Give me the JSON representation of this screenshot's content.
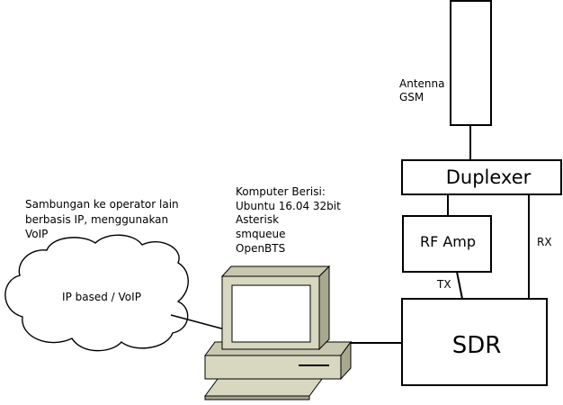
{
  "antenna": {
    "line1": "Antenna",
    "line2": "GSM"
  },
  "duplexer": {
    "label": "Duplexer"
  },
  "rf_amp": {
    "label": "RF Amp"
  },
  "sdr": {
    "label": "SDR"
  },
  "links": {
    "tx": "TX",
    "rx": "RX"
  },
  "cloud": {
    "label": "IP based / VoIP",
    "caption": [
      "Sambungan ke operator lain",
      "berbasis IP, menggunakan",
      "VoIP"
    ]
  },
  "computer": {
    "caption": [
      "Komputer Berisi:",
      "Ubuntu 16.04 32bit",
      "Asterisk",
      "smqueue",
      "OpenBTS"
    ]
  },
  "colors": {
    "line": "#000000",
    "computer_body": "#d8d8c0",
    "computer_dark": "#a8a890",
    "screen": "#ffffff"
  }
}
